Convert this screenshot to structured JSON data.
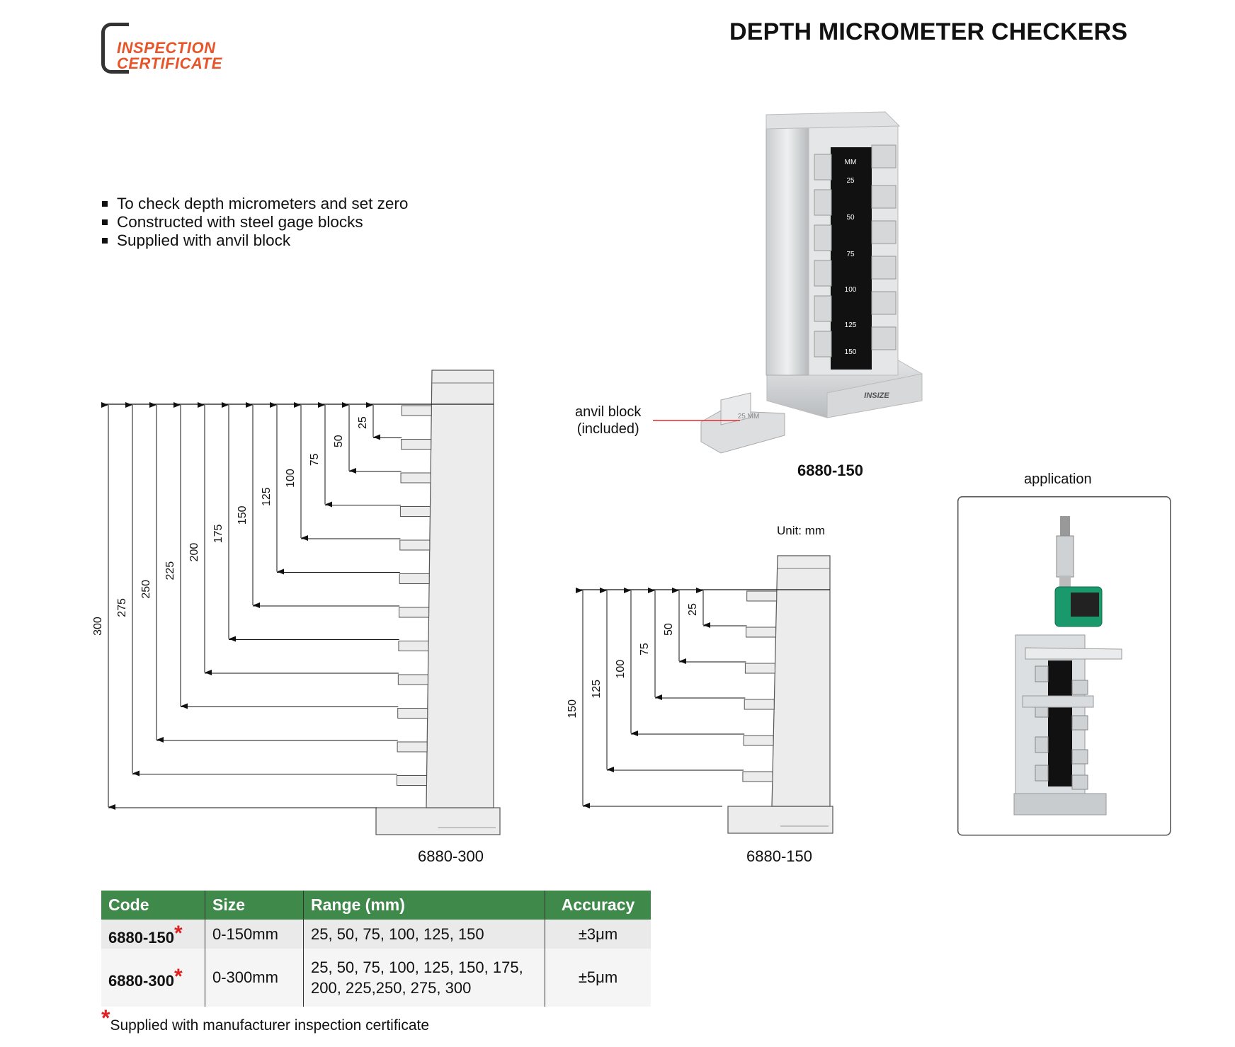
{
  "logo": {
    "line1": "INSPECTION",
    "line2": "CERTIFICATE"
  },
  "title": "DEPTH MICROMETER CHECKERS",
  "features": [
    "To check depth micrometers and set zero",
    "Constructed with steel gage blocks",
    "Supplied with anvil block"
  ],
  "product_photo": {
    "scale_unit": "MM",
    "scale_marks": [
      "25",
      "50",
      "75",
      "100",
      "125",
      "150"
    ],
    "brand": "INSIZE",
    "anvil_marking": "25 MM",
    "anvil_label_line1": "anvil  block",
    "anvil_label_line2": "(included)",
    "model": "6880-150"
  },
  "application": {
    "label": "application"
  },
  "unit_note": "Unit: mm",
  "diagram_300": {
    "dimensions": [
      "25",
      "50",
      "75",
      "100",
      "125",
      "150",
      "175",
      "200",
      "225",
      "250",
      "275",
      "300"
    ],
    "caption": "6880-300"
  },
  "diagram_150": {
    "dimensions": [
      "25",
      "50",
      "75",
      "100",
      "125",
      "150"
    ],
    "caption": "6880-150"
  },
  "table": {
    "headers": {
      "code": "Code",
      "size": "Size",
      "range": "Range (mm)",
      "accuracy": "Accuracy"
    },
    "rows": [
      {
        "code": "6880-150",
        "size": "0-150mm",
        "range_line1": "25, 50, 75, 100, 125, 150",
        "range_line2": "",
        "accuracy": "±3μm"
      },
      {
        "code": "6880-300",
        "size": "0-300mm",
        "range_line1": "25, 50, 75, 100, 125, 150, 175,",
        "range_line2": "200, 225,250, 275, 300",
        "accuracy": "±5μm"
      }
    ],
    "star": "*"
  },
  "footnote": "Supplied with manufacturer inspection certificate"
}
